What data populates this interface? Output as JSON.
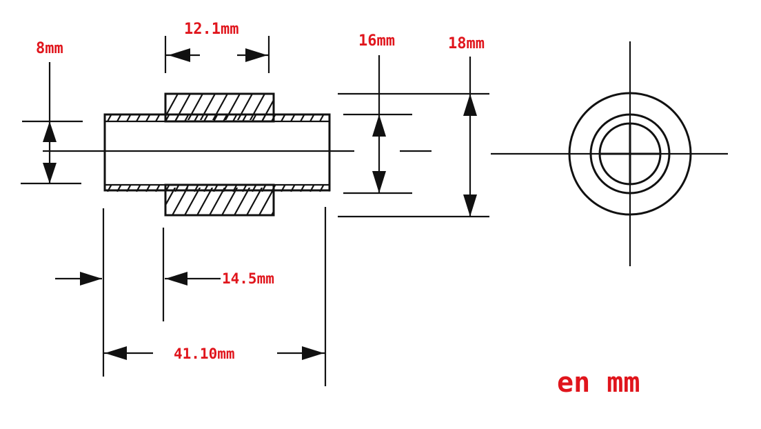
{
  "labels": {
    "bore": "8mm",
    "flange_width": "12.1mm",
    "outer_body": "16mm",
    "flange_diameter": "18mm",
    "shoulder": "14.5mm",
    "total_length": "41.10mm",
    "units_note": "en mm"
  },
  "colors": {
    "label": "#e0151c",
    "line": "#111111",
    "background": "#ffffff"
  }
}
